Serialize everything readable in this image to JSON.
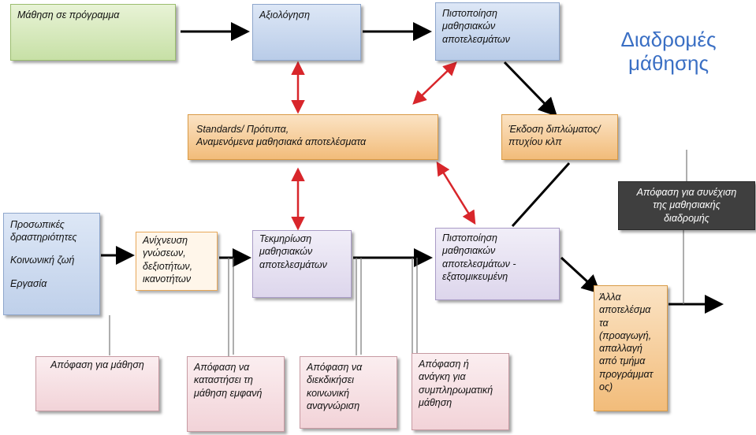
{
  "title": {
    "line1": "Διαδρομές",
    "line2": "μάθησης"
  },
  "boxes": {
    "learning_in_program": "Μάθηση σε πρόγραμμα",
    "assessment": "Αξιολόγηση",
    "certification_top": {
      "l1": "Πιστοποίηση",
      "l2": "μαθησιακών",
      "l3": "αποτελεσμάτων"
    },
    "standards": {
      "l1": "Standards/ Πρότυπα,",
      "l2": "Αναμενόμενα μαθησιακά αποτελέσματα"
    },
    "diploma": {
      "l1": "Έκδοση διπλώματος/",
      "l2": "πτυχίου κλπ"
    },
    "continue_decision": {
      "l1": "Απόφαση για συνέχιση",
      "l2": "της μαθησιακής",
      "l3": "διαδρομής"
    },
    "personal": {
      "l1": "Προσωπικές",
      "l2": "δραστηριότητες",
      "l3": "Κοινωνική ζωή",
      "l4": "Εργασία"
    },
    "identification": {
      "l1": "Ανίχνευση",
      "l2": "γνώσεων,",
      "l3": "δεξιοτήτων,",
      "l4": "ικανοτήτων"
    },
    "documentation": {
      "l1": "Τεκμηρίωση",
      "l2": "μαθησιακών",
      "l3": "αποτελεσμάτων"
    },
    "certification_mid": {
      "l1": "Πιστοποίηση",
      "l2": "μαθησιακών",
      "l3": "αποτελεσμάτων -",
      "l4": "εξατομικευμένη"
    },
    "other_outcomes": {
      "l1": "Άλλα",
      "l2": "αποτελέσμα",
      "l3": "τα",
      "l4": "(προαγωγή,",
      "l5": "απαλλαγή",
      "l6": "από τμήμα",
      "l7": "προγράμματ",
      "l8": "ος)"
    },
    "decide_learn": "Απόφαση για μάθηση",
    "decide_visible": {
      "l1": "Απόφαση να",
      "l2": "καταστήσει τη",
      "l3": "μάθηση εμφανή"
    },
    "decide_claim": {
      "l1": "Απόφαση να",
      "l2": "διεκδικήσει",
      "l3": "κοινωνική",
      "l4": "αναγνώριση"
    },
    "decide_need": {
      "l1": "Απόφαση ή",
      "l2": "ανάγκη για",
      "l3": "συμπληρωματική",
      "l4": "μάθηση"
    }
  },
  "colors": {
    "title": "#3a6fc4",
    "red_arrow": "#d8262b",
    "black_arrow": "#000000"
  }
}
